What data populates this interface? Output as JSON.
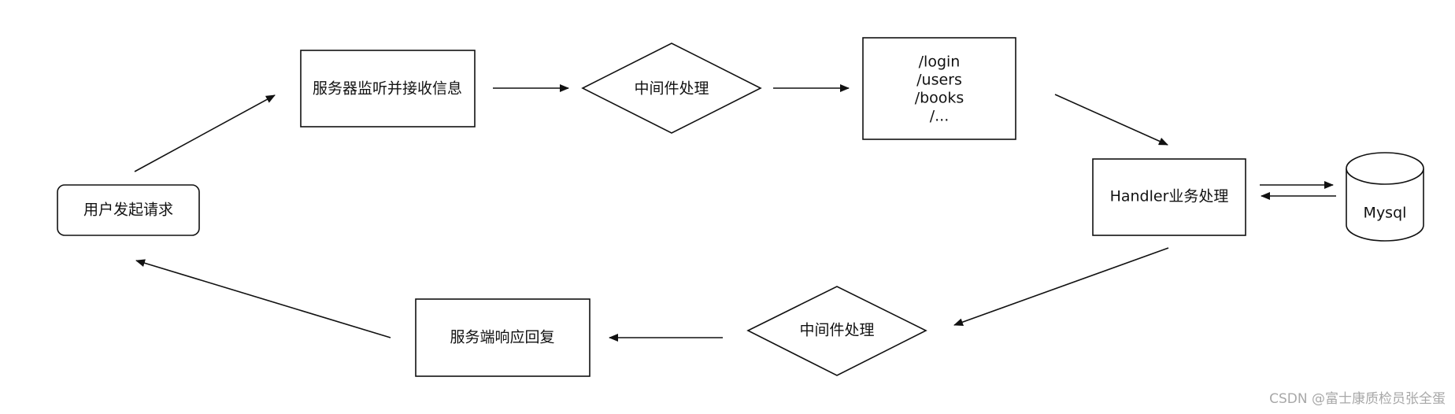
{
  "nodes": {
    "user_request": "用户发起请求",
    "server_listen": "服务器监听并接收信息",
    "middleware_in": "中间件处理",
    "routes": [
      "/login",
      "/users",
      "/books",
      "/..."
    ],
    "handler": "Handler业务处理",
    "database": "Mysql",
    "middleware_out": "中间件处理",
    "server_response": "服务端响应回复"
  },
  "watermark": "CSDN @富士康质检员张全蛋",
  "colors": {
    "stroke": "#111111",
    "background": "#ffffff",
    "watermark": "#a8a8a8"
  }
}
